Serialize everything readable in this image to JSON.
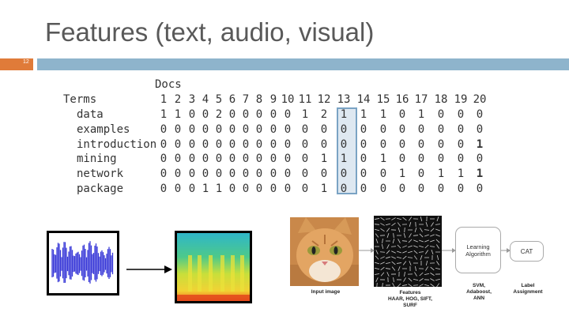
{
  "slide": {
    "title": "Features (text, audio, visual)",
    "number": "12",
    "accent_orange": "#e07b39",
    "accent_blue": "#8eb4cc"
  },
  "term_doc_matrix": {
    "docs_header": "Docs",
    "terms_header": "Terms",
    "doc_ids": [
      "1",
      "2",
      "3",
      "4",
      "5",
      "6",
      "7",
      "8",
      "9",
      "10",
      "11",
      "12",
      "13",
      "14",
      "15",
      "16",
      "17",
      "18",
      "19",
      "20"
    ],
    "highlighted_doc": "13",
    "rows": [
      {
        "term": "data",
        "values": [
          "1",
          "1",
          "0",
          "0",
          "2",
          "0",
          "0",
          "0",
          "0",
          "0",
          "1",
          "2",
          "1",
          "1",
          "1",
          "0",
          "1",
          "0",
          "0",
          "0"
        ]
      },
      {
        "term": "examples",
        "values": [
          "0",
          "0",
          "0",
          "0",
          "0",
          "0",
          "0",
          "0",
          "0",
          "0",
          "0",
          "0",
          "0",
          "0",
          "0",
          "0",
          "0",
          "0",
          "0",
          "0"
        ]
      },
      {
        "term": "introduction",
        "values": [
          "0",
          "0",
          "0",
          "0",
          "0",
          "0",
          "0",
          "0",
          "0",
          "0",
          "0",
          "0",
          "0",
          "0",
          "0",
          "0",
          "0",
          "0",
          "0",
          "1"
        ]
      },
      {
        "term": "mining",
        "values": [
          "0",
          "0",
          "0",
          "0",
          "0",
          "0",
          "0",
          "0",
          "0",
          "0",
          "0",
          "1",
          "1",
          "0",
          "1",
          "0",
          "0",
          "0",
          "0",
          "0"
        ]
      },
      {
        "term": "network",
        "values": [
          "0",
          "0",
          "0",
          "0",
          "0",
          "0",
          "0",
          "0",
          "0",
          "0",
          "0",
          "0",
          "0",
          "0",
          "0",
          "1",
          "0",
          "1",
          "1",
          "1"
        ]
      },
      {
        "term": "package",
        "values": [
          "0",
          "0",
          "0",
          "1",
          "1",
          "0",
          "0",
          "0",
          "0",
          "0",
          "0",
          "1",
          "0",
          "0",
          "0",
          "0",
          "0",
          "0",
          "0",
          "0"
        ]
      }
    ]
  },
  "audio": {
    "waveform_icon": "waveform-icon",
    "spectrogram_icon": "spectrogram-icon"
  },
  "visual_pipeline": {
    "input_label": "Input image",
    "features_label": "Features\nHAAR, HOG, SIFT,\nSURF",
    "learning_box": "Learning\nAlgorithm",
    "learning_label": "SVM,\nAdaboost,\nANN",
    "output_box": "CAT",
    "output_label": "Label\nAssignment"
  }
}
